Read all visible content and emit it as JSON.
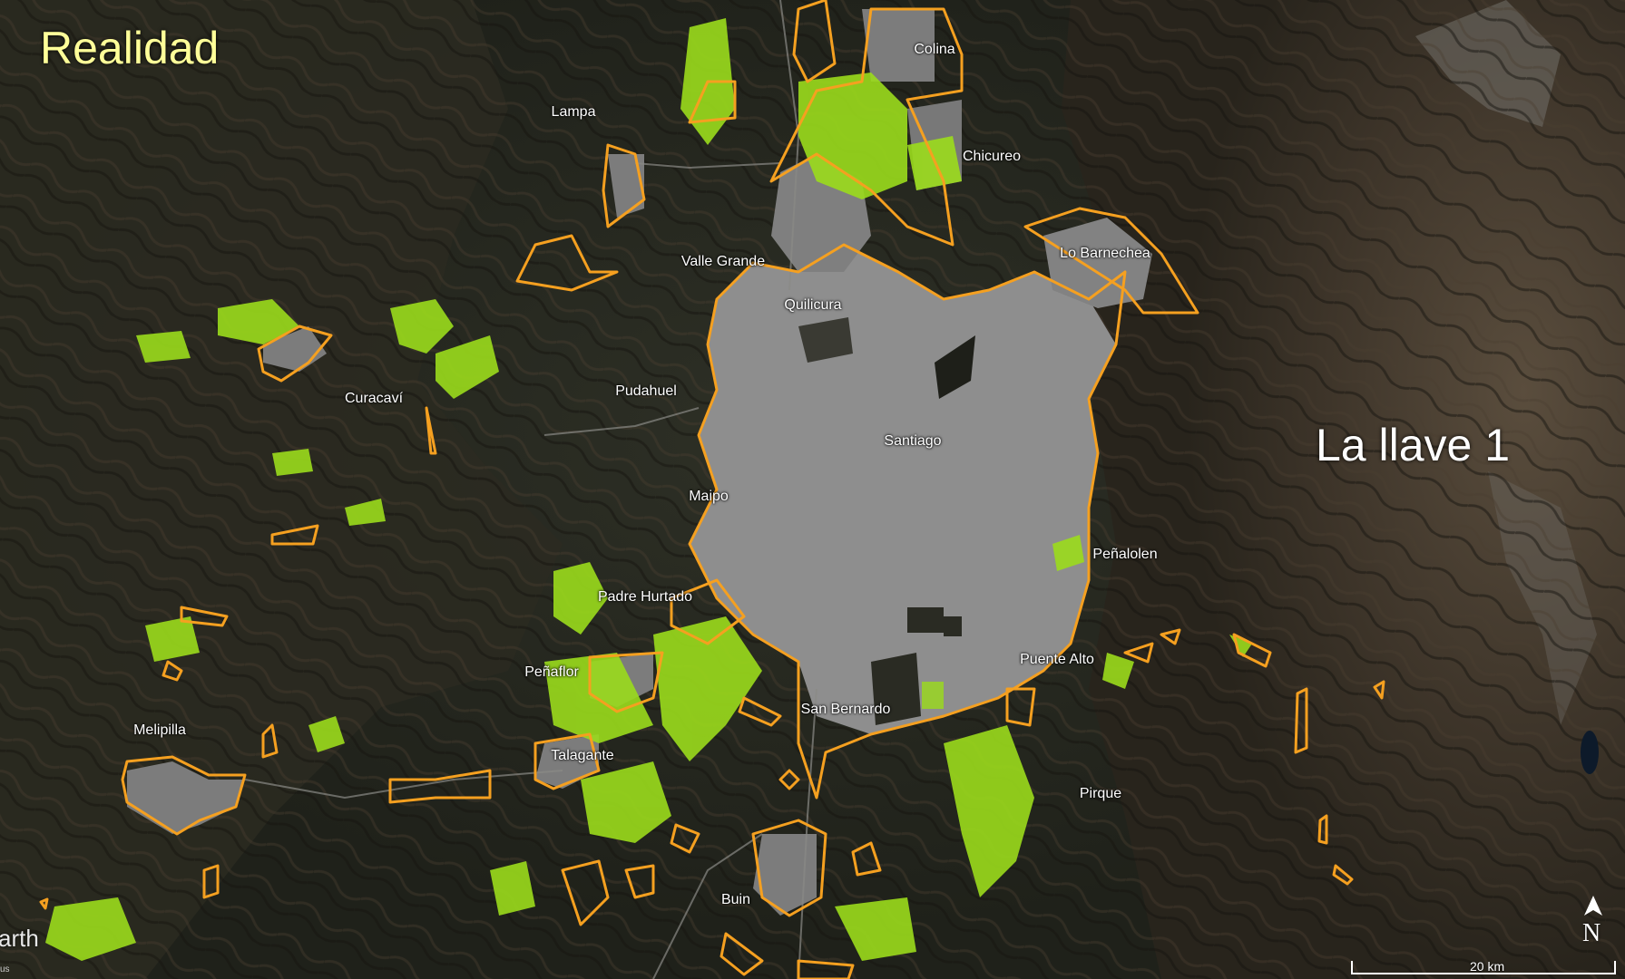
{
  "map": {
    "title_left": "Realidad",
    "title_right": "La llave 1",
    "brand": "arth",
    "brand_sub": "us",
    "north_label": "N",
    "scale_label": "20 km",
    "places": [
      {
        "id": "colina",
        "label": "Colina"
      },
      {
        "id": "lampa",
        "label": "Lampa"
      },
      {
        "id": "chicureo",
        "label": "Chicureo"
      },
      {
        "id": "valle-grande",
        "label": "Valle Grande"
      },
      {
        "id": "lo-barnechea",
        "label": "Lo Barnechea"
      },
      {
        "id": "quilicura",
        "label": "Quilicura"
      },
      {
        "id": "curacavi",
        "label": "Curacaví"
      },
      {
        "id": "pudahuel",
        "label": "Pudahuel"
      },
      {
        "id": "santiago",
        "label": "Santiago"
      },
      {
        "id": "maipo",
        "label": "Maipo"
      },
      {
        "id": "penalolen",
        "label": "Peñalolen"
      },
      {
        "id": "padre-hurtado",
        "label": "Padre Hurtado"
      },
      {
        "id": "puente-alto",
        "label": "Puente Alto"
      },
      {
        "id": "penaflor",
        "label": "Peñaflor"
      },
      {
        "id": "san-bernardo",
        "label": "San Bernardo"
      },
      {
        "id": "melipilla",
        "label": "Melipilla"
      },
      {
        "id": "talagante",
        "label": "Talagante"
      },
      {
        "id": "pirque",
        "label": "Pirque"
      },
      {
        "id": "buin",
        "label": "Buin"
      }
    ]
  },
  "colors": {
    "boundary": "#f5a020",
    "urban": "#8e8e8e",
    "green": "#9bdc1c",
    "title_left": "#ffff99"
  }
}
